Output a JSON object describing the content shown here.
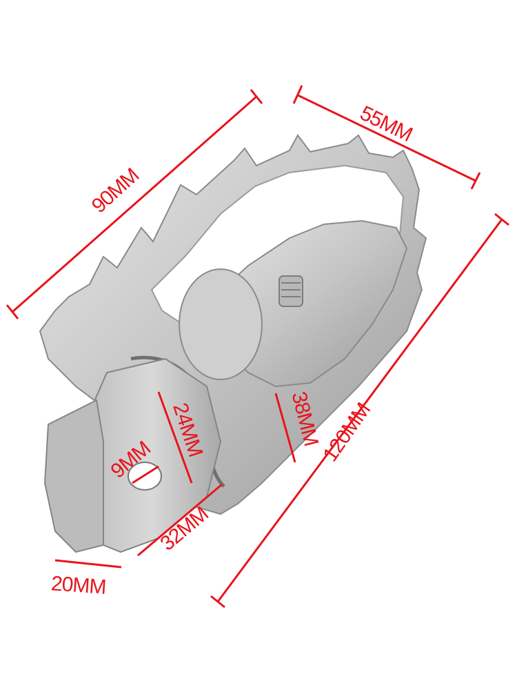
{
  "image": {
    "subject": "motorcycle-footpeg",
    "colors": {
      "metal": "#c7c7c7",
      "metal_light": "#e4e4e4",
      "metal_dark": "#8f8f8f",
      "dimension": "#e8141c",
      "background": "#ffffff"
    }
  },
  "dimensions": {
    "length_90": "90MM",
    "width_55": "55MM",
    "length_120": "120MM",
    "height_38": "38MM",
    "mount_24": "24MM",
    "hole_9": "9MM",
    "mount_32": "32MM",
    "mount_20": "20MM"
  }
}
